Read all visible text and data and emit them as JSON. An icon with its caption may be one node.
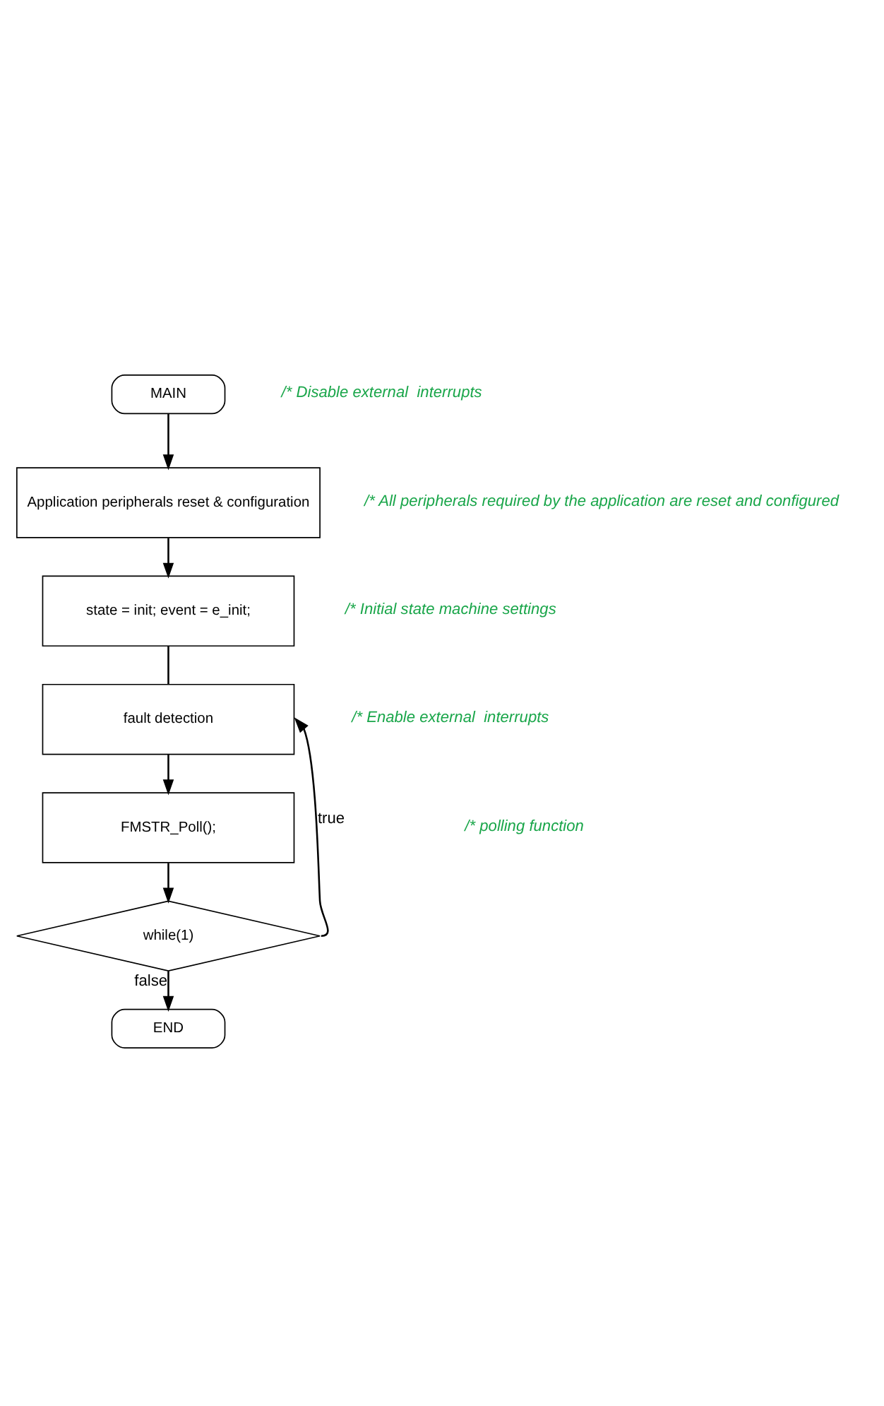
{
  "diagram": {
    "nodes": [
      {
        "text": [
          "MAIN"
        ]
      },
      {
        "text": [
          "Application peripherals reset & configuration"
        ]
      },
      {
        "text": [
          "state = init; event = e_init;"
        ]
      },
      {
        "text": [
          "fault detection"
        ]
      },
      {
        "text": [
          "FMSTR_Poll();"
        ]
      },
      {
        "text": [
          "while(1)"
        ]
      },
      {
        "text": [
          "END"
        ]
      }
    ],
    "edges": [
      {
        "from": 0,
        "to": 1,
        "arrow": "to"
      },
      {
        "from": 1,
        "to": 2,
        "arrow": "to"
      },
      {
        "from": 2,
        "to": 3,
        "arrow": "none"
      },
      {
        "from": 3,
        "to": 4,
        "arrow": "to"
      },
      {
        "from": 4,
        "to": 5,
        "arrow": "to"
      },
      {
        "from": 5,
        "to": 6,
        "arrow": "to",
        "label": "false"
      },
      {
        "from": 5,
        "to": 3,
        "arrow": "to",
        "label": "true"
      }
    ],
    "labels": [
      "/* Disable external  interrupts",
      "/* All peripherals required by the application are reset and configured",
      "/* Initial state machine settings",
      "/* Enable external  interrupts",
      "/* polling function"
    ]
  }
}
